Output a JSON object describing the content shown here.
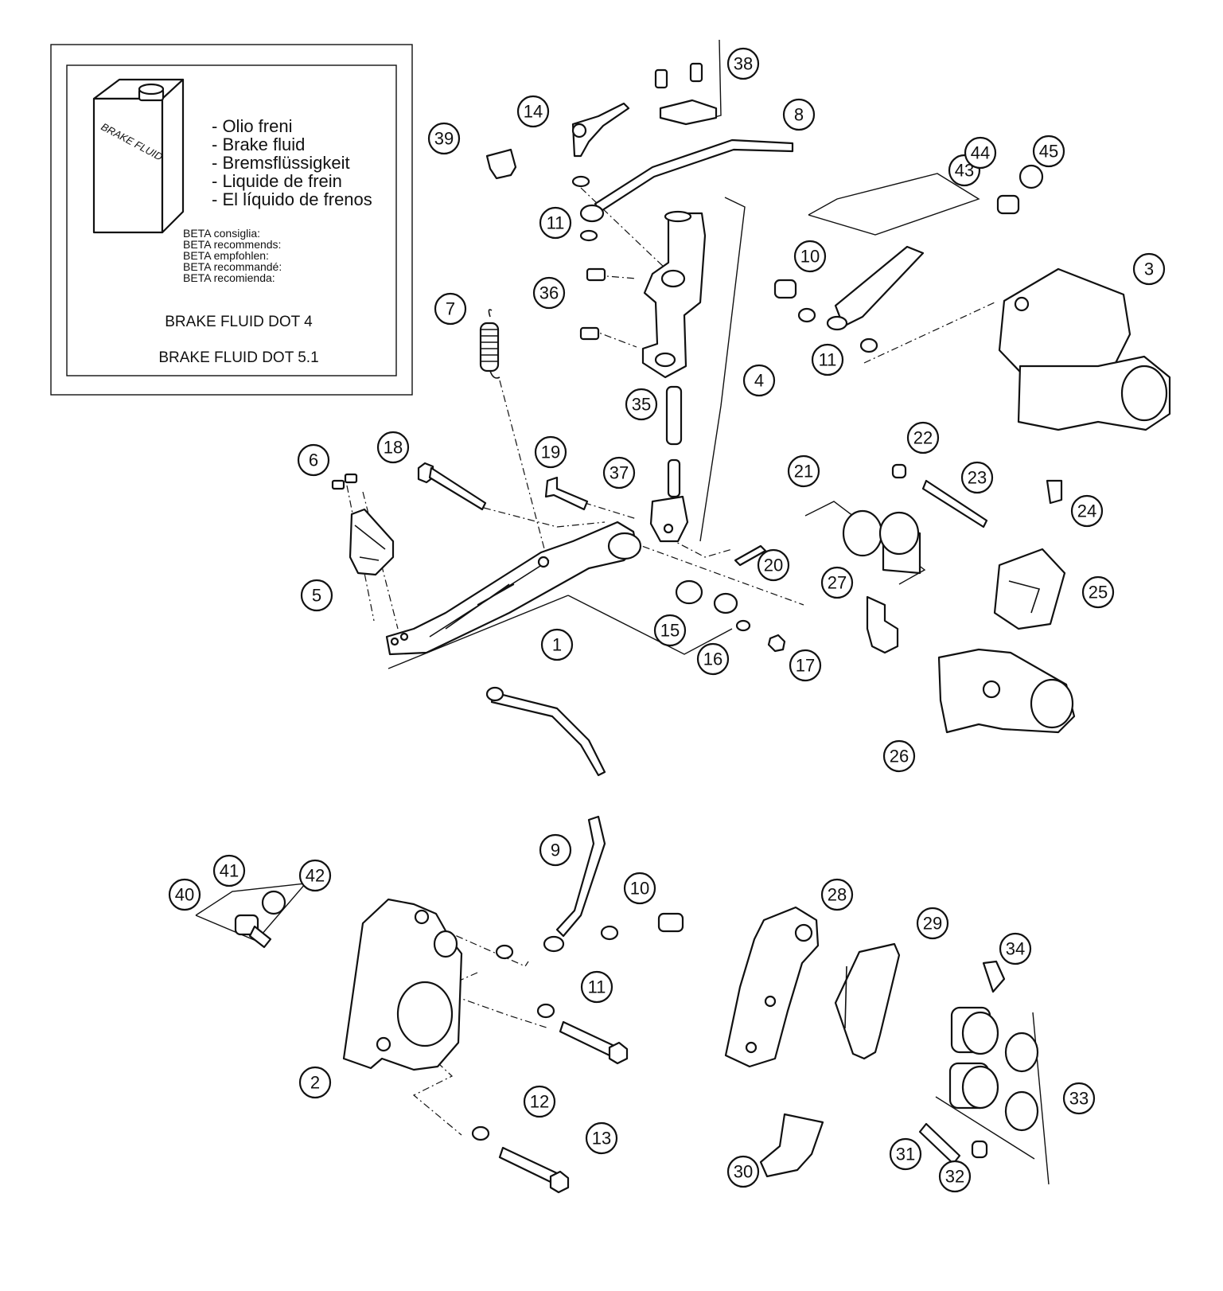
{
  "info_box": {
    "can_label": "BRAKE FLUID",
    "fluid_names": [
      "- Olio freni",
      "- Brake fluid",
      "- Bremsflüssigkeit",
      "- Liquide de frein",
      "- El líquido de frenos"
    ],
    "recommends": [
      "BETA consiglia:",
      "BETA recommends:",
      "BETA empfohlen:",
      "BETA recommandé:",
      "BETA recomienda:"
    ],
    "spec_1": "BRAKE FLUID DOT 4",
    "spec_2": "BRAKE FLUID DOT 5.1"
  },
  "callouts": [
    "1",
    "2",
    "3",
    "4",
    "5",
    "6",
    "7",
    "8",
    "9",
    "10",
    "10",
    "11",
    "11",
    "11",
    "12",
    "13",
    "14",
    "15",
    "16",
    "17",
    "18",
    "19",
    "20",
    "21",
    "22",
    "23",
    "24",
    "25",
    "26",
    "27",
    "28",
    "29",
    "30",
    "31",
    "32",
    "33",
    "34",
    "35",
    "36",
    "37",
    "38",
    "39",
    "40",
    "41",
    "42",
    "43",
    "44",
    "45"
  ]
}
